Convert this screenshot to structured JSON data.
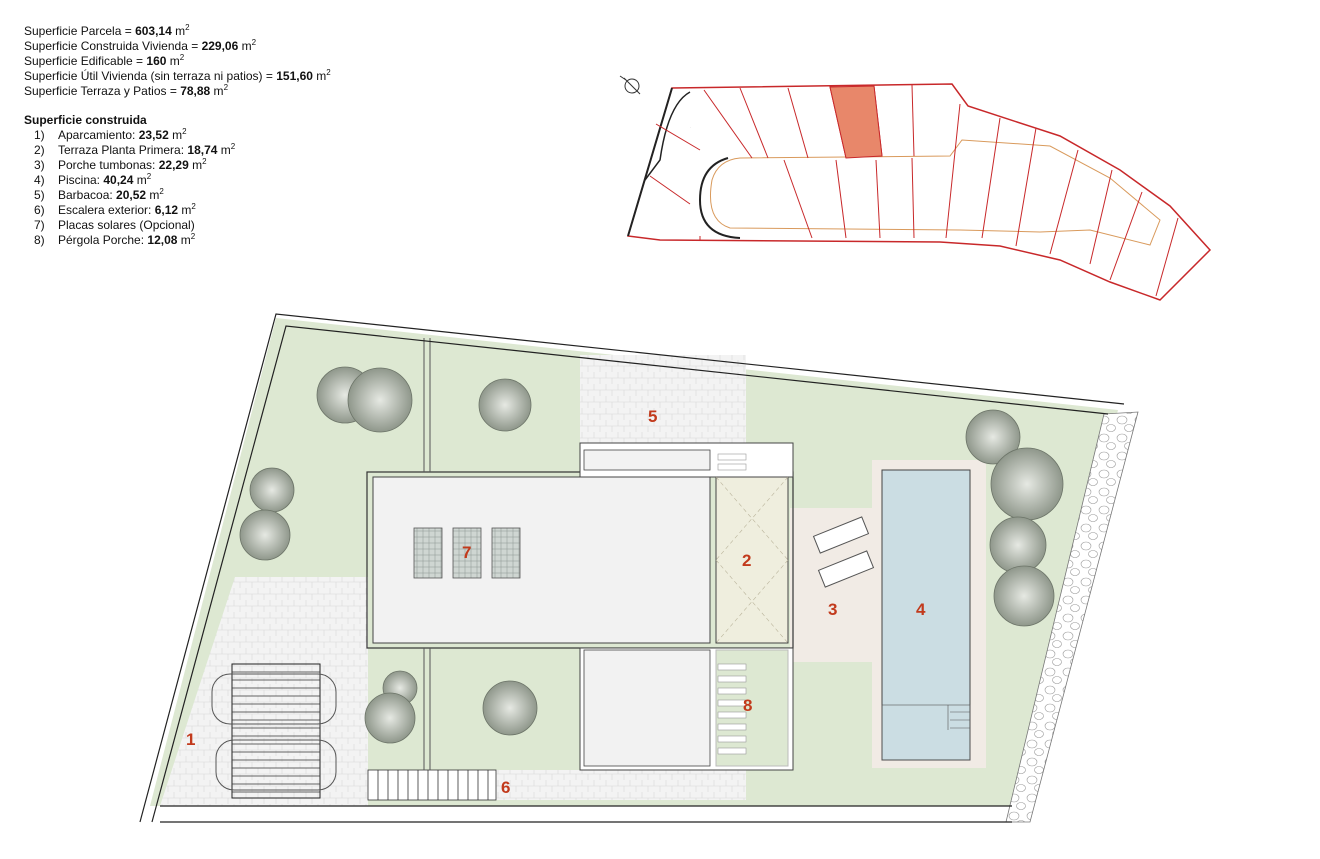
{
  "summary": [
    {
      "label": "Superficie Parcela = ",
      "value": "603,14",
      "unit": " m",
      "sup": "2",
      "value_bold": true
    },
    {
      "label": "Superficie Construida Vivienda = ",
      "value": "229,06",
      "unit": " m",
      "sup": "2",
      "value_bold": true
    },
    {
      "label": "Superficie Edificable = ",
      "value": "160",
      "unit": " m",
      "sup": "2",
      "value_bold": true
    },
    {
      "label": "Superficie Útil Vivienda (sin terraza ni patios) = ",
      "value": "151,60",
      "unit": " m",
      "sup": "2",
      "value_bold": true
    },
    {
      "label": "Superficie Terraza y Patios = ",
      "value": "78,88",
      "unit": " m",
      "sup": "2",
      "value_bold": true
    }
  ],
  "built_title": "Superficie construida",
  "built_items": [
    {
      "num": "1)",
      "label": "Aparcamiento: ",
      "value": "23,52",
      "unit": " m",
      "sup": "2"
    },
    {
      "num": "2)",
      "label": "Terraza Planta Primera: ",
      "value": "18,74",
      "unit": " m",
      "sup": "2"
    },
    {
      "num": "3)",
      "label": "Porche tumbonas: ",
      "value": "22,29",
      "unit": " m",
      "sup": "2"
    },
    {
      "num": "4)",
      "label": "Piscina: ",
      "value": "40,24",
      "unit": " m",
      "sup": "2"
    },
    {
      "num": "5)",
      "label": "Barbacoa: ",
      "value": "20,52",
      "unit": " m",
      "sup": "2"
    },
    {
      "num": "6)",
      "label": "Escalera exterior: ",
      "value": "6,12",
      "unit": " m",
      "sup": "2"
    },
    {
      "num": "7)",
      "label": "Placas solares (Opcional)",
      "value": "",
      "unit": "",
      "sup": ""
    },
    {
      "num": "8)",
      "label": "Pérgola Porche: ",
      "value": "12,08",
      "unit": " m",
      "sup": "2"
    }
  ],
  "plan_labels": {
    "l1": "1",
    "l2": "2",
    "l3": "3",
    "l4": "4",
    "l5": "5",
    "l6": "6",
    "l7": "7",
    "l8": "8"
  },
  "colors": {
    "garden": "#dde8d2",
    "paving": "#f2f2f2",
    "pool": "#cbdde3",
    "terrace": "#efeede",
    "highlight_lot": "#e8876a",
    "label_red": "#c23a1c"
  }
}
